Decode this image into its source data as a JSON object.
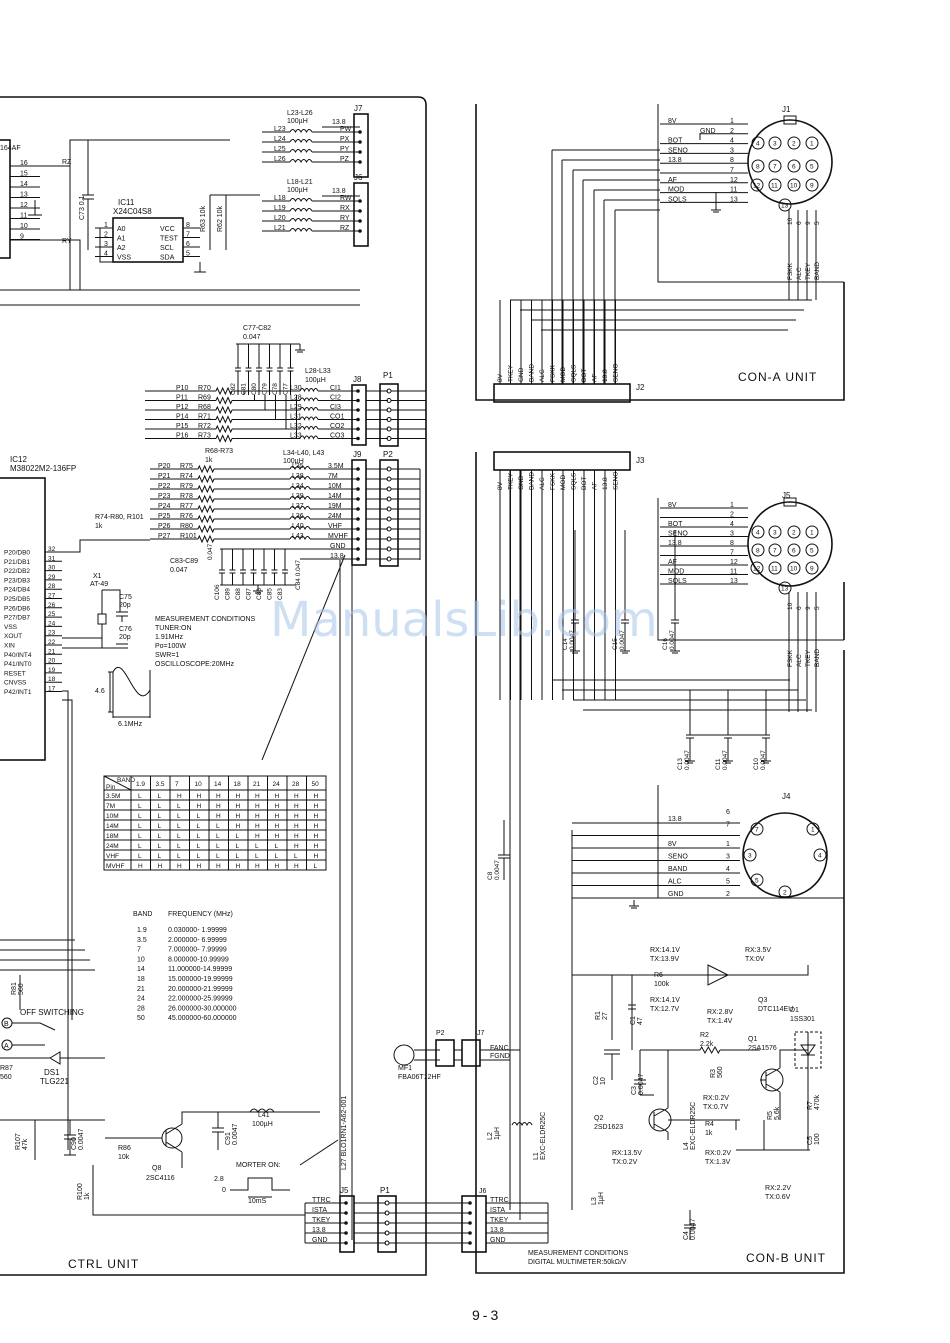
{
  "units": {
    "ctrl": "CTRL UNIT",
    "cona": "CON-A UNIT",
    "conb": "CON-B UNIT"
  },
  "page_number": "9-3",
  "watermark": "ManualsLib.com",
  "ic11": {
    "ref": "IC11",
    "part": "X24C04S8",
    "left_pins": [
      "A0",
      "A1",
      "A2",
      "VSS"
    ],
    "right_pins": [
      "VCC",
      "TEST",
      "SCL",
      "SDA"
    ],
    "left_nums": [
      "1",
      "2",
      "3",
      "4"
    ],
    "right_nums": [
      "8",
      "7",
      "6",
      "5"
    ]
  },
  "ic12": {
    "ref": "IC12",
    "part": "M38022M2-136FP",
    "pins": [
      {
        "name": "P20/DB0",
        "num": "32"
      },
      {
        "name": "P21/DB1",
        "num": "31"
      },
      {
        "name": "P22/DB2",
        "num": "30"
      },
      {
        "name": "P23/DB3",
        "num": "29"
      },
      {
        "name": "P24/DB4",
        "num": "28"
      },
      {
        "name": "P25/DB5",
        "num": "27"
      },
      {
        "name": "P26/DB6",
        "num": "26"
      },
      {
        "name": "P27/DB7",
        "num": "25"
      },
      {
        "name": "VSS",
        "num": "24"
      },
      {
        "name": "XOUT",
        "num": "23"
      },
      {
        "name": "XIN",
        "num": "22"
      },
      {
        "name": "P40/INT4",
        "num": "21"
      },
      {
        "name": "P41/INT0",
        "num": "20"
      },
      {
        "name": "RESET",
        "num": "19"
      },
      {
        "name": "CNVSS",
        "num": "18"
      },
      {
        "name": "P42/INT1",
        "num": "17"
      }
    ]
  },
  "ic_top": {
    "part": "164AF",
    "pins": [
      "16",
      "15",
      "14",
      "13",
      "12",
      "11",
      "10",
      "9"
    ],
    "nets": [
      "RZ",
      "RY"
    ]
  },
  "c73": "C73 0.1",
  "r63": "R63 10k",
  "r62": "R62 10k",
  "j7": {
    "ref": "J7",
    "coil": "L23-L26",
    "val": "100µH",
    "v": "13.8",
    "rows": [
      {
        "l": "L23",
        "n": "PW"
      },
      {
        "l": "L24",
        "n": "PX"
      },
      {
        "l": "L25",
        "n": "PY"
      },
      {
        "l": "L26",
        "n": "PZ"
      }
    ]
  },
  "j6": {
    "ref": "J6",
    "coil": "L18-L21",
    "val": "100µH",
    "v": "13.8",
    "rows": [
      {
        "l": "L18",
        "n": "RW"
      },
      {
        "l": "L19",
        "n": "RX"
      },
      {
        "l": "L20",
        "n": "RY"
      },
      {
        "l": "L21",
        "n": "RZ"
      }
    ]
  },
  "cap_group1": {
    "label": "C77-C82",
    "val": "0.047",
    "caps": [
      "C82",
      "C81",
      "C80",
      "C79",
      "C78",
      "C77"
    ]
  },
  "j8": {
    "ref": "J8",
    "coil": "L28-L33",
    "val": "100µH",
    "rows": [
      {
        "p": "P10",
        "r": "R70",
        "l": "L30",
        "n": "CI1"
      },
      {
        "p": "P11",
        "r": "R69",
        "l": "L28",
        "n": "CI2"
      },
      {
        "p": "P12",
        "r": "R68",
        "l": "L29",
        "n": "CI3"
      },
      {
        "p": "P14",
        "r": "R71",
        "l": "L31",
        "n": "CO1"
      },
      {
        "p": "P15",
        "r": "R72",
        "l": "L32",
        "n": "CO2"
      },
      {
        "p": "P16",
        "r": "R73",
        "l": "L33",
        "n": "CO3"
      }
    ],
    "rnote": "R68-R73",
    "rval": "1k"
  },
  "j9": {
    "ref": "J9",
    "coil": "L34-L40, L43",
    "val": "100µH",
    "rows": [
      {
        "p": "P20",
        "r": "R75",
        "l": "L35",
        "n": "3.5M"
      },
      {
        "p": "P21",
        "r": "R74",
        "l": "L38",
        "n": "7M"
      },
      {
        "p": "P22",
        "r": "R79",
        "l": "L34",
        "n": "10M"
      },
      {
        "p": "P23",
        "r": "R78",
        "l": "L39",
        "n": "14M"
      },
      {
        "p": "P24",
        "r": "R77",
        "l": "L37",
        "n": "19M"
      },
      {
        "p": "P25",
        "r": "R76",
        "l": "L36",
        "n": "24M"
      },
      {
        "p": "P26",
        "r": "R80",
        "l": "L40",
        "n": "VHF"
      },
      {
        "p": "P27",
        "r": "R101",
        "l": "L43",
        "n": "MVHF"
      }
    ],
    "tail": [
      "GND",
      "13.8"
    ],
    "rnote": "R74-R80, R101",
    "rval": "1k"
  },
  "cap_group2": {
    "label": "C83-C89",
    "val": "0.047",
    "caps": [
      "C106",
      "C89",
      "C88",
      "C87",
      "C86",
      "C85",
      "C83"
    ],
    "c84": "C84 0.047",
    "top": "0.047"
  },
  "x1": {
    "ref": "X1",
    "part": "AT-49",
    "c75": "C75",
    "c75v": "20p",
    "c76": "C76",
    "c76v": "20p"
  },
  "measure1": {
    "title": "MEASUREMENT CONDITIONS",
    "lines": [
      "TUNER:ON",
      "1.91MHz",
      "Po=100W",
      "SWR=1",
      "OSCILLOSCOPE:20MHz"
    ],
    "amp": "4.6",
    "period": "6.1MHz"
  },
  "band_table": {
    "corner_top": "BAND",
    "corner_bottom": "Pin",
    "cols": [
      "1.9",
      "3.5",
      "7",
      "10",
      "14",
      "18",
      "21",
      "24",
      "28",
      "50"
    ],
    "rows": [
      {
        "pin": "3.5M",
        "v": [
          "L",
          "L",
          "H",
          "H",
          "H",
          "H",
          "H",
          "H",
          "H",
          "H"
        ]
      },
      {
        "pin": "7M",
        "v": [
          "L",
          "L",
          "L",
          "H",
          "H",
          "H",
          "H",
          "H",
          "H",
          "H"
        ]
      },
      {
        "pin": "10M",
        "v": [
          "L",
          "L",
          "L",
          "L",
          "H",
          "H",
          "H",
          "H",
          "H",
          "H"
        ]
      },
      {
        "pin": "14M",
        "v": [
          "L",
          "L",
          "L",
          "L",
          "L",
          "H",
          "H",
          "H",
          "H",
          "H"
        ]
      },
      {
        "pin": "18M",
        "v": [
          "L",
          "L",
          "L",
          "L",
          "L",
          "L",
          "H",
          "H",
          "H",
          "H"
        ]
      },
      {
        "pin": "24M",
        "v": [
          "L",
          "L",
          "L",
          "L",
          "L",
          "L",
          "L",
          "L",
          "H",
          "H"
        ]
      },
      {
        "pin": "VHF",
        "v": [
          "L",
          "L",
          "L",
          "L",
          "L",
          "L",
          "L",
          "L",
          "L",
          "H"
        ]
      },
      {
        "pin": "MVHF",
        "v": [
          "H",
          "H",
          "H",
          "H",
          "H",
          "H",
          "H",
          "H",
          "H",
          "L"
        ]
      }
    ]
  },
  "freq_table": {
    "h1": "BAND",
    "h2": "FREQUENCY (MHz)",
    "rows": [
      {
        "b": "1.9",
        "f": "0.030000- 1.99999"
      },
      {
        "b": "3.5",
        "f": "2.000000- 6.99999"
      },
      {
        "b": "7",
        "f": "7.000000- 7.99999"
      },
      {
        "b": "10",
        "f": "8.000000-10.99999"
      },
      {
        "b": "14",
        "f": "11.000000-14.99999"
      },
      {
        "b": "18",
        "f": "15.000000-19.99999"
      },
      {
        "b": "21",
        "f": "20.000000-21.99999"
      },
      {
        "b": "24",
        "f": "22.000000-25.99999"
      },
      {
        "b": "28",
        "f": "26.000000-30.000000"
      },
      {
        "b": "50",
        "f": "45.000000-60.000000"
      }
    ]
  },
  "ctrl_misc": {
    "off_sw": "OFF SWITCHING",
    "r81": "R81",
    "r81v": "560",
    "r87": "R87",
    "r87v": "560",
    "ds1": "DS1",
    "ds1p": "TLG221",
    "r107": "R107",
    "r107v": "47k",
    "c90": "C90",
    "c90v": "0.0047",
    "r86": "R86",
    "r86v": "10k",
    "q8": "Q8",
    "q8p": "2SC4116",
    "c91": "C91",
    "c91v": "0.0047",
    "l41": "L41",
    "l41v": "100µH",
    "motor": "MORTER ON:",
    "motor_v1": "2.8",
    "motor_v0": "0",
    "motor_t": "10mS",
    "r100": "R100",
    "r100v": "1k",
    "l27": "L27 BLO1RN1-A62-001",
    "b": "B",
    "a": "A"
  },
  "j5": {
    "ref": "J5",
    "pins": [
      "TTRC",
      "ISTA",
      "TKEY",
      "13.8",
      "GND"
    ]
  },
  "p1_bottom": "P1",
  "p1_mid": "P1",
  "p2_mid": "P2",
  "cona": {
    "j1": "J1",
    "lines": [
      {
        "n": "8V",
        "p": "1"
      },
      {
        "n": "GND",
        "p": "2"
      },
      {
        "n": "BOT",
        "p": "4"
      },
      {
        "n": "SENO",
        "p": "3"
      },
      {
        "n": "13.8",
        "p": "8"
      },
      {
        "n": "",
        "p": "7"
      },
      {
        "n": "AF",
        "p": "12"
      },
      {
        "n": "MOD",
        "p": "11"
      },
      {
        "n": "SQLS",
        "p": "13"
      }
    ],
    "side": [
      "10",
      "6",
      "9",
      "5"
    ],
    "ctrl": [
      "FSKK",
      "ALC",
      "TKEY",
      "BAND"
    ],
    "j2": "J2",
    "j2_pins": [
      "8V",
      "TKEY",
      "GND",
      "BAND",
      "ALC",
      "FSKK",
      "MOD",
      "SQLS",
      "BOT",
      "AF",
      "13.8",
      "SENO"
    ]
  },
  "conb": {
    "j3": "J3",
    "j3_pins": [
      "8V",
      "TKEY",
      "GND",
      "BAND",
      "ALC",
      "FSKK",
      "MOD",
      "SQLS",
      "BOT",
      "AF",
      "13.8",
      "SENO"
    ],
    "j5": "J5",
    "lines": [
      {
        "n": "8V",
        "p": "1"
      },
      {
        "n": "",
        "p": "2"
      },
      {
        "n": "BOT",
        "p": "4"
      },
      {
        "n": "SENO",
        "p": "3"
      },
      {
        "n": "13.8",
        "p": "8"
      },
      {
        "n": "",
        "p": "7"
      },
      {
        "n": "AF",
        "p": "12"
      },
      {
        "n": "MOD",
        "p": "11"
      },
      {
        "n": "SQLS",
        "p": "13"
      }
    ],
    "side": [
      "10",
      "6",
      "9",
      "5"
    ],
    "ctrl": [
      "FSKK",
      "ALC",
      "TKEY",
      "BAND"
    ],
    "caps_row1": [
      {
        "r": "C14",
        "v": "0.0047"
      },
      {
        "r": "C15",
        "v": "0.0047"
      },
      {
        "r": "C16",
        "v": "0.0047"
      }
    ],
    "caps_row2": [
      {
        "r": "C13",
        "v": "0.0047"
      },
      {
        "r": "C11",
        "v": "0.0047"
      },
      {
        "r": "C10",
        "v": "0.0047"
      }
    ],
    "j4": "J4",
    "j4_lines": [
      {
        "n": "13.8",
        "p": "6"
      },
      {
        "n": "",
        "p": "7"
      },
      {
        "n": "8V",
        "p": "1"
      },
      {
        "n": "SENO",
        "p": "3"
      },
      {
        "n": "BAND",
        "p": "4"
      },
      {
        "n": "ALC",
        "p": "5"
      },
      {
        "n": "GND",
        "p": "2"
      }
    ],
    "c8": "C8",
    "c8v": "0.0047",
    "rx1": "RX:14.1V",
    "tx1": "TX:13.9V",
    "rx2": "RX:3.5V",
    "tx2": "TX:0V",
    "r6": "R6",
    "r6v": "100k",
    "q3": "Q3",
    "q3p": "DTC114EU",
    "r1": "R1",
    "r1v": "27",
    "c1": "C1",
    "c1v": "47",
    "rx3": "RX:14.1V",
    "tx3": "TX:12.7V",
    "rx4": "RX:2.8V",
    "tx4": "TX:1.4V",
    "r2": "R2",
    "r2v": "2.2k",
    "q1": "Q1",
    "q1p": "2SA1576",
    "d1": "D1",
    "d1p": "1SS301",
    "c2": "C2",
    "c2v": "10",
    "c3": "C3",
    "c3v": "0.0047",
    "r3": "R3",
    "r3v": "560",
    "rx5": "RX:0.2V",
    "tx5": "TX:0.7V",
    "r4": "R4",
    "r4v": "1k",
    "r5": "R5",
    "r5v": "5.6k",
    "c5": "C5",
    "c5v": "100",
    "r7": "R7",
    "r7v": "470k",
    "q2": "Q2",
    "q2p": "2SD1623",
    "rx6": "RX:13.5V",
    "tx6": "TX:0.2V",
    "rx7": "RX:0.2V",
    "tx7": "TX:1.3V",
    "rx8": "RX:2.2V",
    "tx8": "TX:0.6V",
    "l1": "L1",
    "l1p": "EXC-ELDR25C",
    "l2": "L2",
    "l2v": "1µH",
    "l3": "L3",
    "l3v": "1µH",
    "l4": "L4",
    "l4p": "EXC-ELDR25C",
    "c4": "C4",
    "c4v": "0.0047",
    "mf1": "MF1",
    "mf1p": "FBA06T12HF",
    "p2": "P2",
    "j7": "J7",
    "fanc": "FANC",
    "fgnd": "FGND",
    "j6": "J6",
    "j6_pins": [
      "TTRC",
      "ISTA",
      "TKEY",
      "13.8",
      "GND"
    ],
    "measure_title": "MEASUREMENT CONDITIONS",
    "measure_line": "DIGITAL MULTIMETER:50kΩ/V"
  }
}
